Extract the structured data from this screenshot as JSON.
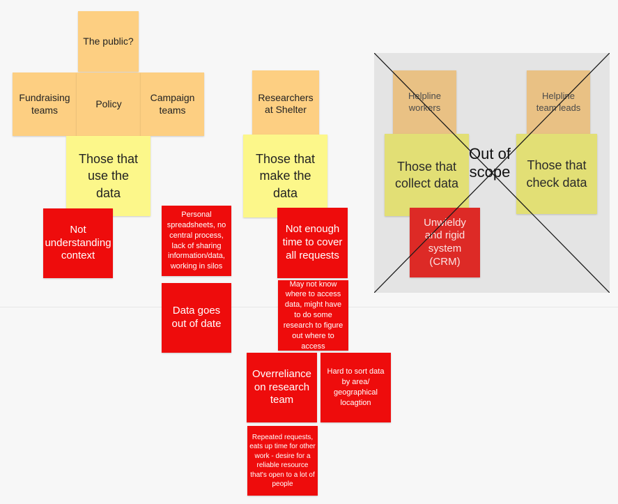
{
  "stakeholders": {
    "public": "The public?",
    "fundraising": "Fundraising teams",
    "policy": "Policy",
    "campaign": "Campaign teams",
    "researchers": "Researchers at Shelter"
  },
  "groups": {
    "use_data": "Those that use the data",
    "make_data": "Those that make the data"
  },
  "out_of_scope": {
    "helpline_workers": "Helpline workers",
    "helpline_team_leads": "Helpline team leads",
    "collect_data": "Those that collect data",
    "check_data": "Those that check data",
    "crm": "Unwieldy and rigid system (CRM)",
    "label": "Out of scope"
  },
  "pain_points": {
    "not_understanding": "Not understanding context",
    "personal_spreadsheets": "Personal spreadsheets, no central process, lack of sharing information/data, working in silos",
    "data_out_of_date": "Data goes out of date",
    "not_enough_time": "Not enough time to cover all requests",
    "may_not_know": "May not know where to access data, might have to do some research to figure out where to access",
    "overreliance": "Overreliance on research team",
    "hard_to_sort": "Hard to sort data by area/ geographical locagtion",
    "repeated_requests": "Repeated requests, eats up time for other work - desire for a reliable resource that's open to a lot of people"
  },
  "colors": {
    "stakeholder_note": "#fdcf82",
    "group_note": "#fcf78a",
    "pain_note": "#ee0c0c",
    "scope_background": "#e4e4e4"
  }
}
